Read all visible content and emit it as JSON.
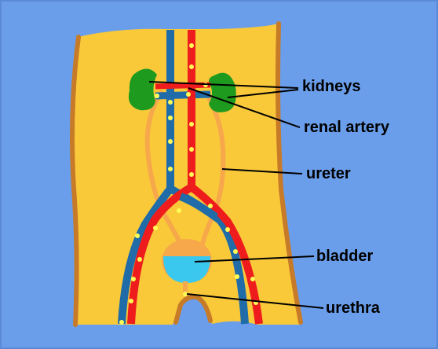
{
  "labels": {
    "kidneys": "kidneys",
    "renal_artery": "renal artery",
    "ureter": "ureter",
    "bladder": "bladder",
    "urethra": "urethra"
  },
  "colors": {
    "background": "#6a9eea",
    "body": "#f9c93a",
    "body_edge": "#c77a28",
    "kidney": "#1e9a1e",
    "vein": "#1f6ca8",
    "artery": "#ee1c1c",
    "ureter": "#f6a84a",
    "bladder_fluid": "#3ac8ee",
    "bladder_wall": "#f6a84a",
    "dots": "#ffff55",
    "pointer": "#000000"
  }
}
